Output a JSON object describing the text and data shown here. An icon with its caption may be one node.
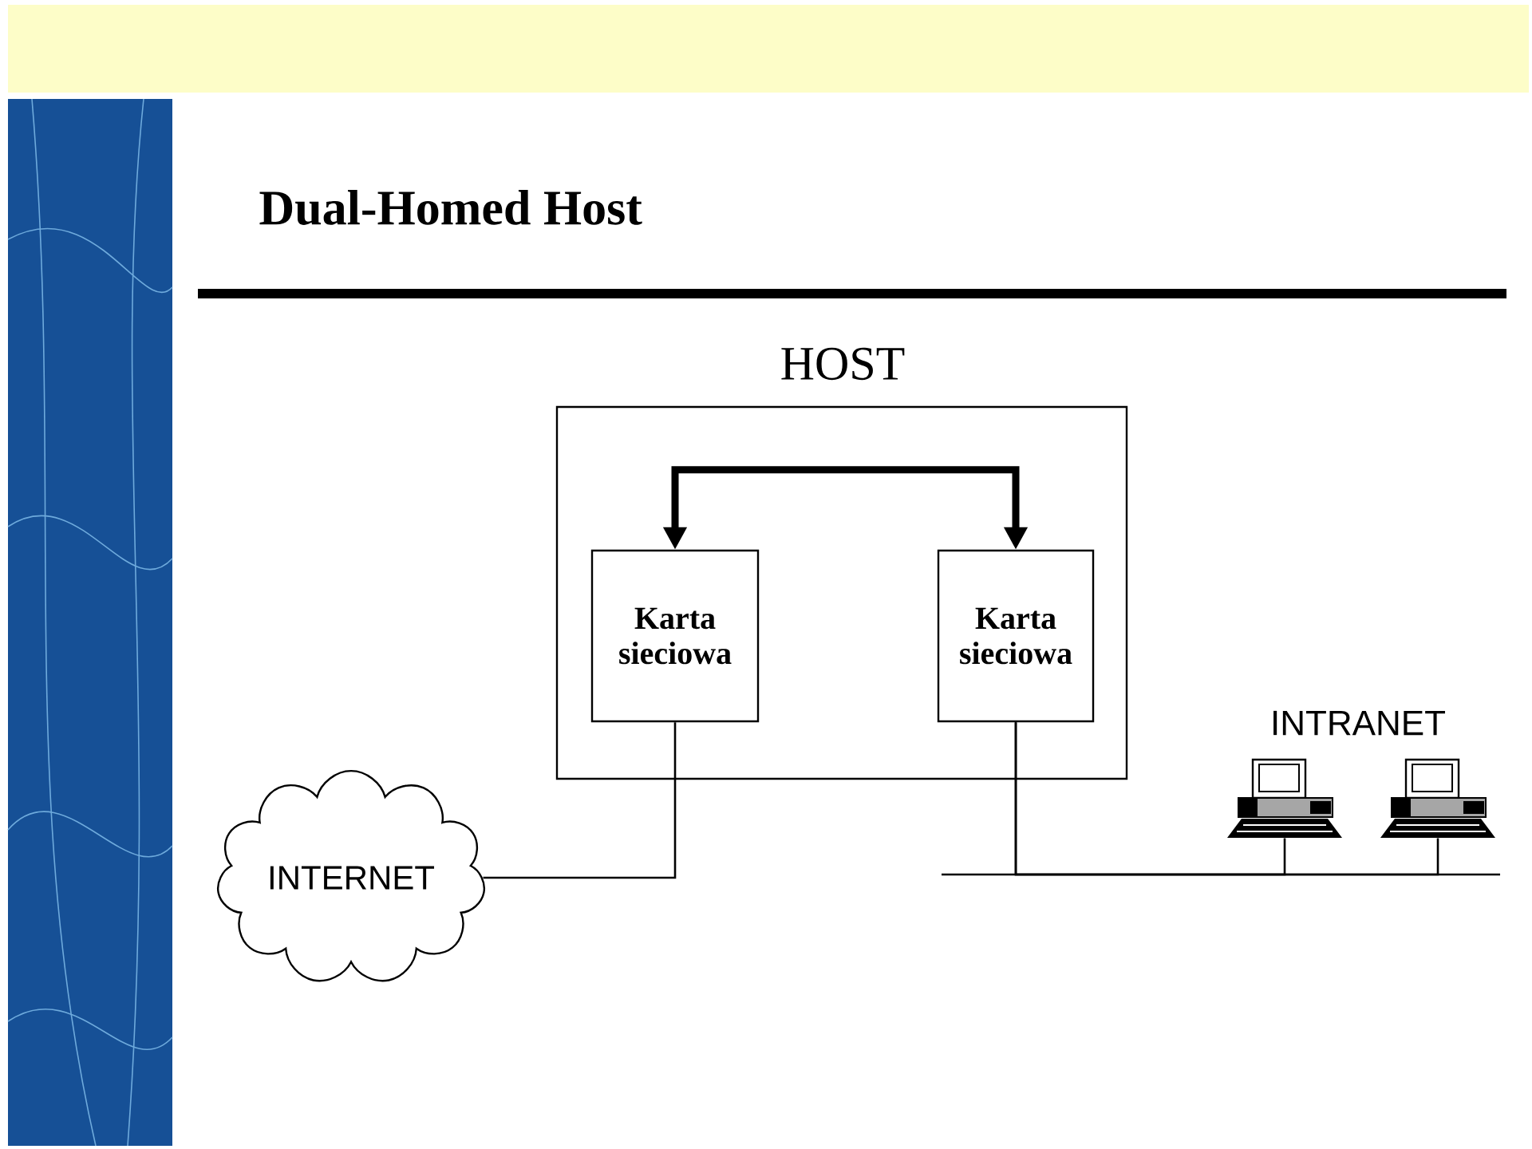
{
  "diagram": {
    "title": "Dual-Homed Host",
    "nodes": [
      {
        "text": [
          "HOST"
        ]
      },
      {
        "text": [
          "Karta sieciowa"
        ],
        "in": 0
      },
      {
        "text": [
          "Karta sieciowa"
        ],
        "in": 0
      },
      {
        "text": [
          "INTERNET"
        ]
      },
      {
        "text": [],
        "shape": "picture"
      },
      {
        "text": [],
        "shape": "picture"
      }
    ],
    "edges": [
      {
        "from": 1,
        "to": 2,
        "arrow": "both",
        "style": "thick"
      },
      {
        "from": 1,
        "to": 3,
        "arrow": "none"
      },
      {
        "from": 2,
        "to": 4,
        "arrow": "none"
      },
      {
        "from": 2,
        "to": 5,
        "arrow": "none"
      }
    ],
    "labels": [
      "INTRANET"
    ]
  }
}
